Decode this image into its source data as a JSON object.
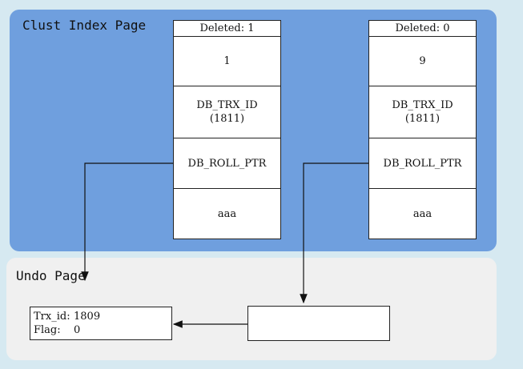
{
  "clust_page": {
    "title": "Clust Index Page"
  },
  "undo_page": {
    "title": "Undo Page"
  },
  "records": [
    {
      "deleted": "Deleted: 1",
      "id": "1",
      "trx_label": "DB_TRX_ID",
      "trx_value": "(1811)",
      "roll_ptr": "DB_ROLL_PTR",
      "value": "aaa"
    },
    {
      "deleted": "Deleted: 0",
      "id": "9",
      "trx_label": "DB_TRX_ID",
      "trx_value": "(1811)",
      "roll_ptr": "DB_ROLL_PTR",
      "value": "aaa"
    }
  ],
  "undo_record": {
    "trx_key": "Trx_id:",
    "trx_value": "1809",
    "flag_key": "Flag:",
    "flag_value": "0"
  },
  "colors": {
    "clust_panel": "#6f9fde",
    "undo_panel": "#f0f0f0",
    "background": "#d6e9f1",
    "line": "#111111"
  }
}
